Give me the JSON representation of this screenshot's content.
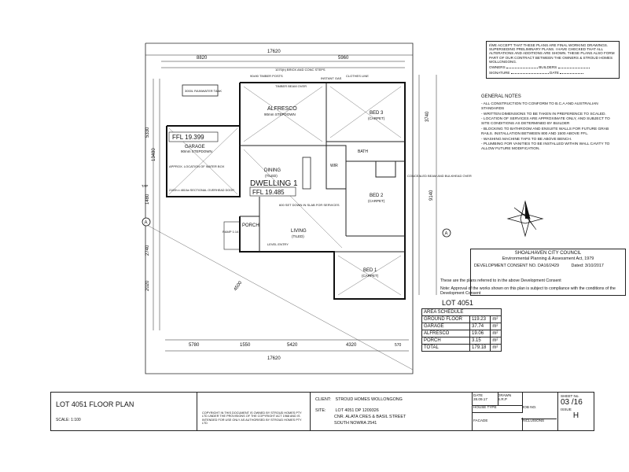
{
  "acceptance": {
    "text": "I/WE ACCEPT THAT THESE PLANS ARE FINAL WORKING DRAWINGS. SUPERSEDING PRELIMINARY PLANS. I HAVE CHECKED THAT ALL ALTERATIONS AND ADDITIONS ARE SHOWN. THESE PLANS ALSO FORM PART OF OUR CONTRACT BETWEEN THE OWNERS & STROUD HOMES WOLLONGONG.",
    "owners_label": "OWNERS",
    "builders_label": "BUILDERS",
    "signature_label": "SIGNATURE",
    "date_label": "DATE"
  },
  "general_notes": {
    "title": "GENERAL NOTES",
    "items": [
      "- ALL CONSTRUCTION TO CONFORM TO B.C.A AND AUSTRALIAN STANDARDS",
      "- WRITTEN DIMENSIONS TO BE TAKEN IN PREFERENCE TO SCALED.",
      "- LOCATION OF SERVICES ARE APPROXIMATE ONLY, AND SUBJECT TO SITE CONDITIONS AS DETERMINED BY BUILDER",
      "- BLOCKING TO BATHROOM AND ENSUITE WALLS FOR FUTURE GRAB RAILS. INSTALLATION BETWEEN 800 AND 1500 ABOVE FFL.",
      "- WASHING MACHINE TAPS TO BE ABOVE BENCH.",
      "- PLUMBING FOR VANITIES TO BE INSTALLED WITHIN WALL CAVITY TO ALLOW FUTURE MODIFICATION."
    ]
  },
  "council": {
    "name": "SHOALHAVEN CITY COUNCIL",
    "act": "Environmental Planning & Assessment Act, 1979",
    "consent": "DEVELOPMENT CONSENT NO. DA16/2429",
    "dated": "Dated: 3/10/2017",
    "referred": "These are the plans referred to in the above Development Consent",
    "note": "Note: Approval of the works shown on this plan is subject to compliance with the conditions of the Development Consent"
  },
  "lot_label": "LOT 4051",
  "area_schedule": {
    "title": "AREA SCHEDULE",
    "rows": [
      {
        "label": "GROUND FLOOR",
        "value": "119.23",
        "unit": "m²"
      },
      {
        "label": "GARAGE",
        "value": "37.74",
        "unit": "m²"
      },
      {
        "label": "ALFRESCO",
        "value": "19.06",
        "unit": "m²"
      },
      {
        "label": "PORCH",
        "value": "3.15",
        "unit": "m²"
      },
      {
        "label": "TOTAL",
        "value": "179.18",
        "unit": "m²"
      }
    ]
  },
  "plan": {
    "rooms": {
      "garage": "GARAGE",
      "garage_sub": "90mm STEPDOWN",
      "garage_ffl": "FFL 19.399",
      "alfresco": "ALFRESCO",
      "alfresco_sub": "90mm STEPDOWN",
      "dining": "DINING",
      "dining_sub": "(TILED)",
      "dwelling": "DWELLING 1",
      "dwelling_ffl": "FFL 19.485",
      "living": "LIVING",
      "living_sub": "(TILED)",
      "porch": "PORCH",
      "bed3": "BED 3",
      "bed3_sub": "(CARPET)",
      "bed2": "BED 2",
      "bed2_sub": "(CARPET)",
      "bed1": "BED 1",
      "bed1_sub": "(CARPET)",
      "bath": "BATH",
      "wir": "WIR"
    },
    "annotations": {
      "rainwater": "3000L RAINWATER TANK",
      "brick_conc": "1070(h) BRICK AND CONC STEPS",
      "clothes_line": "CLOTHES LINE",
      "instant_gas": "INSTANT GAS",
      "timber_posts": "90x90 TIMBER POSTS",
      "timber_beam": "TIMBER BEAM OVER",
      "water_box": "APPROX. LOCATION OF WATER BOX",
      "sectional_door": "2100h x 4810w SECTIONAL OVERHEAD DOOR",
      "concealed_beam": "CONCEALED BEAM AND BULKHEAD OVER",
      "set_down": "600 SET DOWN IN SLAB FOR SERVICES",
      "level_entry": "LEVEL ENTRY",
      "tap": "TAP",
      "ramp": "RAMP 1:14"
    },
    "dimensions": {
      "top_total": "17620",
      "top_left": "8820",
      "top_mid": "5960",
      "bottom_total": "17620",
      "b1": "5780",
      "b2": "1550",
      "b3": "5420",
      "b4": "4320",
      "b5": "570",
      "right_1": "3740",
      "right_2": "9140",
      "left_1": "13480",
      "left_2": "5330",
      "left_3": "1480",
      "left_4": "2740",
      "left_5": "2020",
      "slant": "4500"
    },
    "section_marker": "A"
  },
  "title_block": {
    "plan_title": "LOT 4051 FLOOR PLAN",
    "scale": "SCALE: 1:100",
    "copyright": "COPYRIGHT IN THIS DOCUMENT IS OWNED BY STROUD HOMES PTY LTD UNDER THE PROVISIONS OF THE COPYRIGHT ACT 1968 AND IS INTENDED FOR USE ONLY AS AUTHORISED BY STROUD HOMES PTY LTD",
    "client_label": "CLIENT:",
    "client": "STROUD HOMES WOLLONGONG",
    "site_label": "SITE:",
    "site_line1": "LOT 4051 DP 1209326",
    "site_line2": "CNR. ALATA CRES & BASIL STREET",
    "site_line3": "SOUTH NOWRA 2541",
    "date_label": "DATE",
    "date": "28.09.17",
    "drawn_label": "DRAWN",
    "drawn": "S.R.P",
    "house_type_label": "HOUSE TYPE",
    "job_no_label": "JOB NO.",
    "facade_label": "FACADE",
    "inclusions_label": "INCLUSIONS",
    "sheet_no_label": "SHEET No.",
    "sheet_no": "03 /16",
    "issue_label": "ISSUE",
    "issue": "H"
  }
}
